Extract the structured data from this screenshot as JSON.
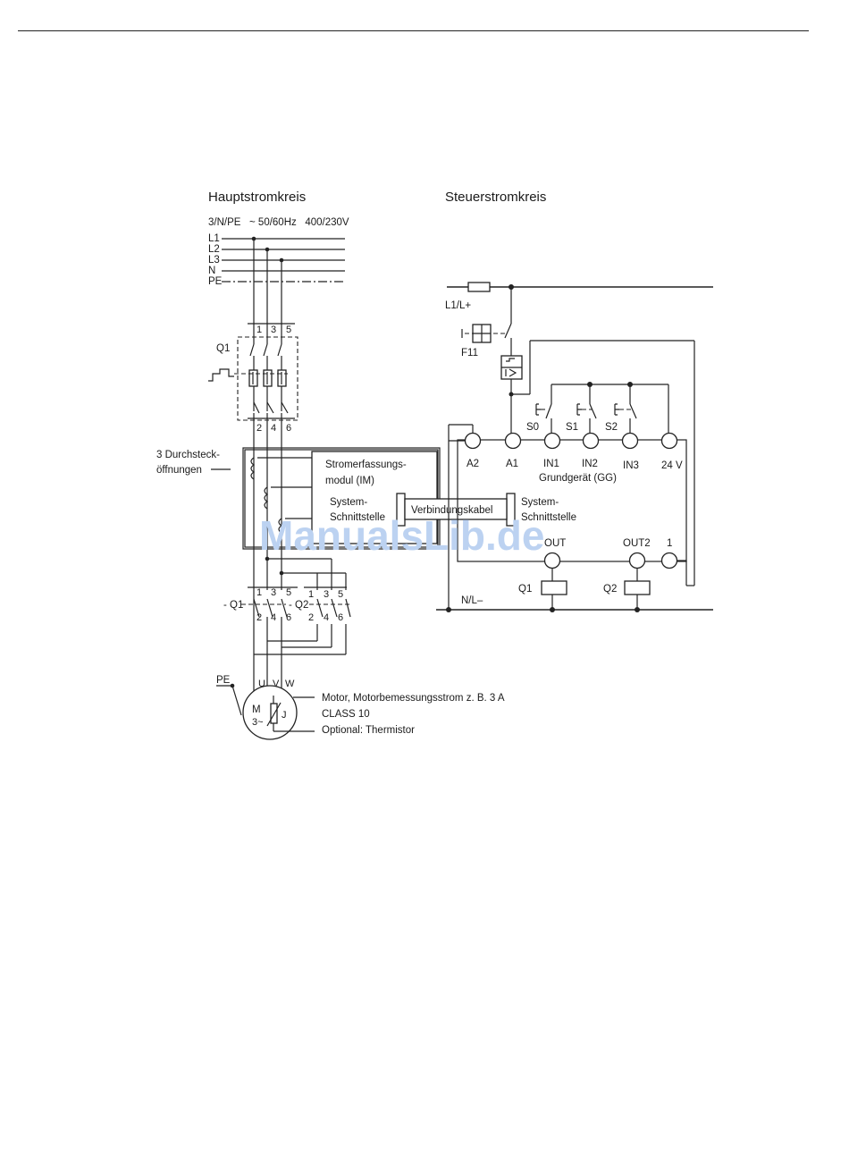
{
  "title_main": "Hauptstromkreis",
  "title_control": "Steuerstromkreis",
  "supply": "3/N/PE   ~ 50/60Hz   400/230V",
  "lines": [
    "L1",
    "L2",
    "L3",
    "N",
    "PE"
  ],
  "q1": {
    "label": "Q1",
    "top_terms": [
      "1",
      "3",
      "5"
    ],
    "bottom_terms": [
      "2",
      "4",
      "6"
    ]
  },
  "passthrough": [
    "3 Durchsteck-",
    "öffnungen"
  ],
  "current_module": [
    "Stromerfassungs-",
    "modul (IM)"
  ],
  "sys_if_left": [
    "System-",
    "Schnittstelle"
  ],
  "sys_if_right": [
    "System-",
    "Schnittstelle"
  ],
  "cable": "Verbindungskabel",
  "contactors": {
    "q1_label": "- Q1",
    "q2_label": "- Q2",
    "top_terms": [
      "1",
      "3",
      "5"
    ],
    "bottom_terms": [
      "2",
      "4",
      "6"
    ]
  },
  "motor": {
    "pe": "PE",
    "phases": [
      "U",
      "V",
      "W"
    ],
    "symbol_m": "M",
    "symbol_3": "3~",
    "symbol_j": "J",
    "notes": [
      "Motor, Motorbemessungsstrom z. B. 3 A",
      "CLASS 10",
      "Optional: Thermistor"
    ]
  },
  "control": {
    "supply_plus": "L1/L+",
    "fuse": "F11",
    "supply_minus": "N/L–",
    "buttons": [
      "S0",
      "S1",
      "S2"
    ],
    "terminals": [
      "A2",
      "A1",
      "IN1",
      "IN2",
      "IN3",
      "24 V"
    ],
    "device": "Grundgerät (GG)",
    "outputs": [
      "OUT",
      "OUT2",
      "1"
    ],
    "coils": [
      "Q1",
      "Q2"
    ]
  },
  "watermark": "ManualsLib.de"
}
